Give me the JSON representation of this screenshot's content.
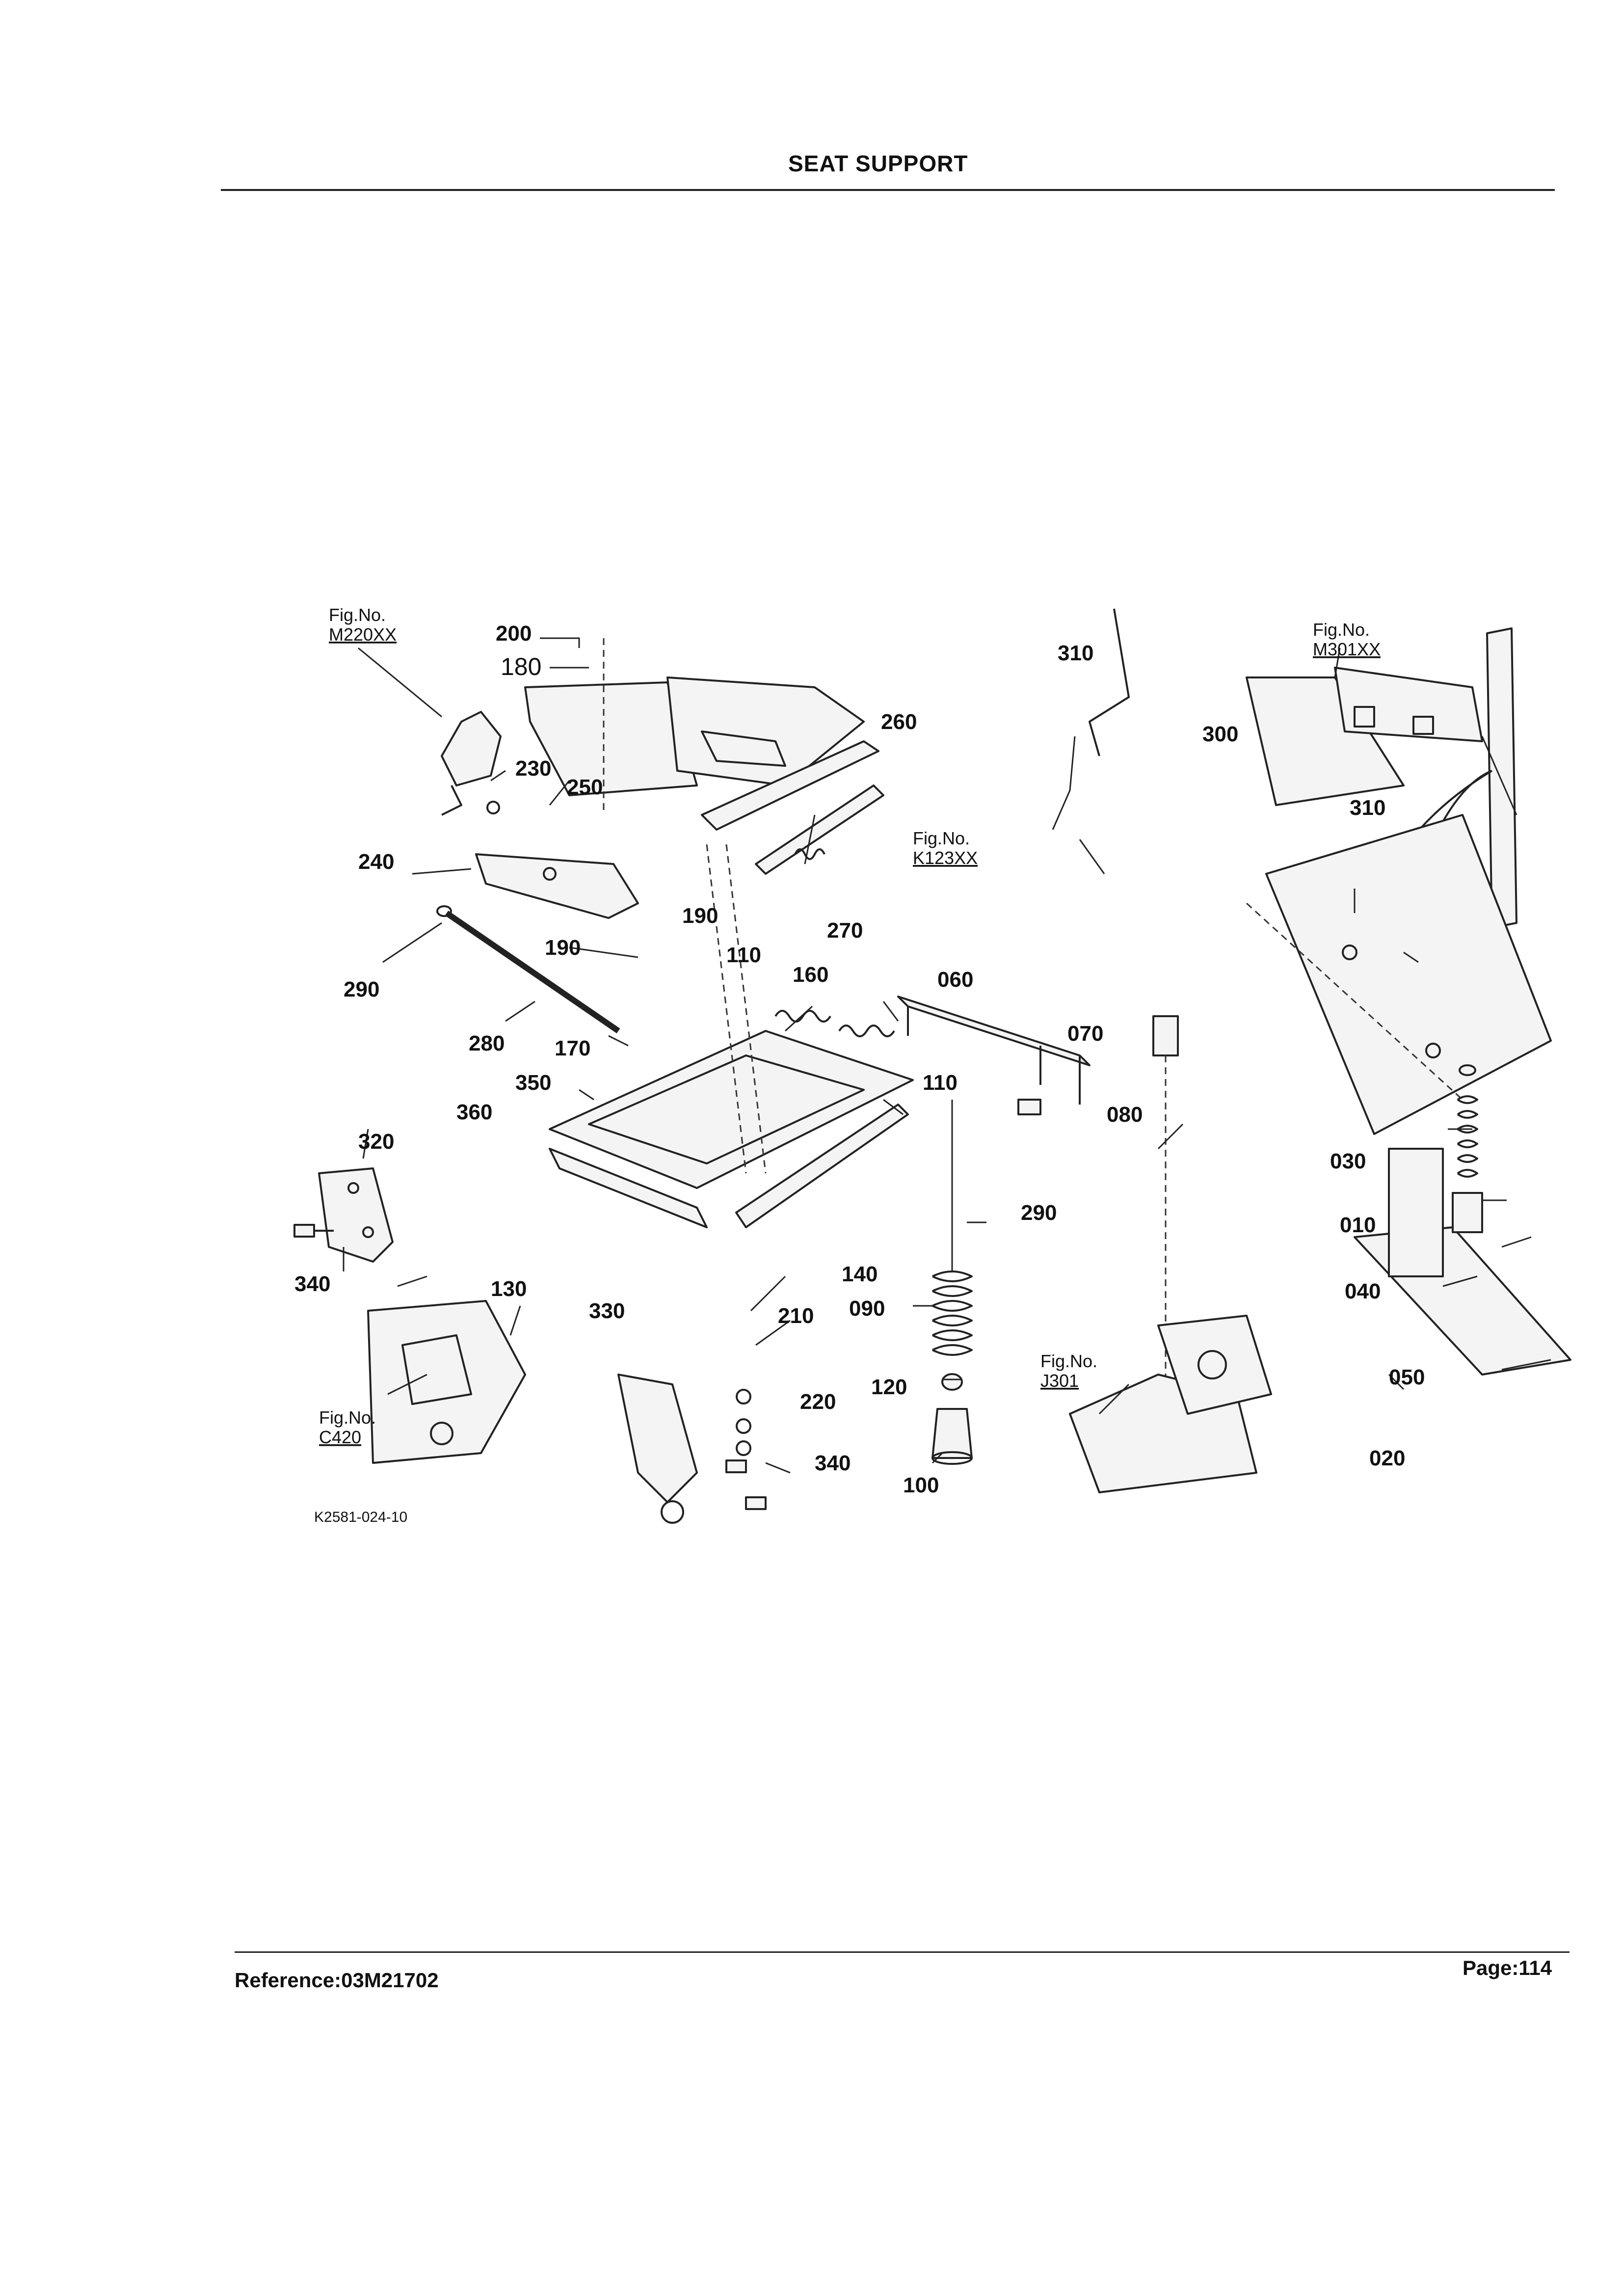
{
  "page": {
    "title": "SEAT SUPPORT",
    "reference": "Reference:03M21702",
    "page_number": "Page:114"
  },
  "diagram": {
    "drawing_code": "K2581-024-10",
    "fig_refs": [
      {
        "label": "Fig.No.",
        "code": "M220XX"
      },
      {
        "label": "Fig.No.",
        "code": "M301XX"
      },
      {
        "label": "Fig.No.",
        "code": "K123XX"
      },
      {
        "label": "Fig.No.",
        "code": "C420"
      },
      {
        "label": "Fig.No.",
        "code": "J301"
      }
    ],
    "callouts": [
      "200",
      "180",
      "230",
      "250",
      "240",
      "290",
      "190",
      "280",
      "170",
      "350",
      "360",
      "320",
      "340",
      "130",
      "330",
      "210",
      "220",
      "340",
      "260",
      "270",
      "190",
      "110",
      "160",
      "060",
      "110",
      "140",
      "090",
      "120",
      "100",
      "290",
      "310",
      "300",
      "310",
      "070",
      "080",
      "030",
      "010",
      "040",
      "050",
      "020"
    ]
  }
}
